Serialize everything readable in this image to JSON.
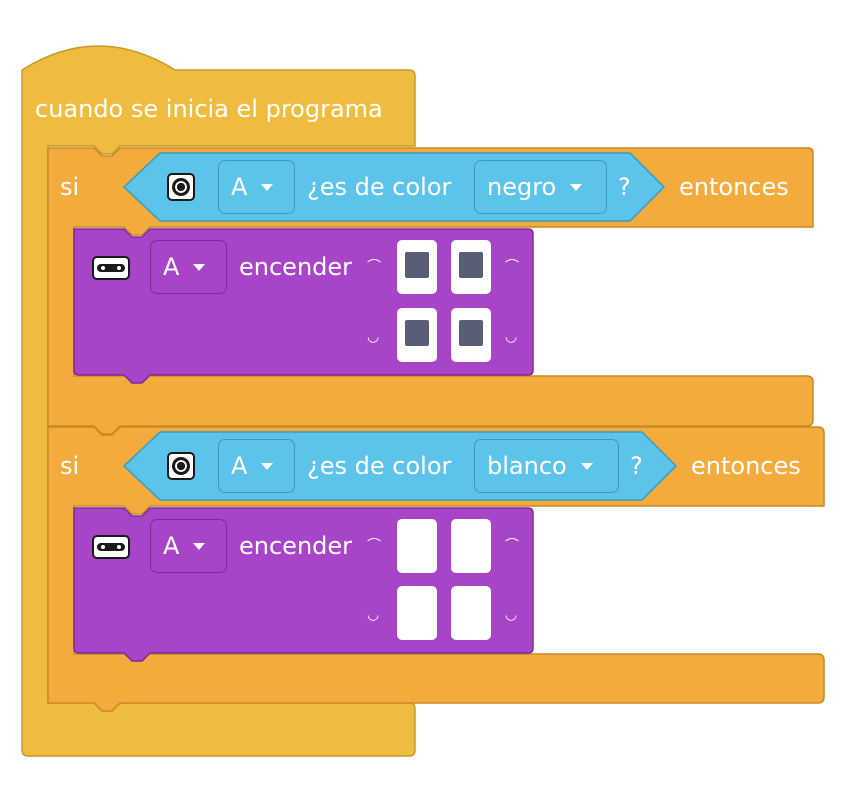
{
  "hat_label": "cuando se inicia el programa",
  "if_blocks": [
    {
      "label_if": "si",
      "port": "A",
      "question": "¿es de color",
      "color": "negro",
      "qmark": "?",
      "label_then": "entonces",
      "light_block": {
        "port": "A",
        "action": "encender",
        "cells_on": [
          true,
          true,
          true,
          true
        ]
      }
    },
    {
      "label_if": "si",
      "port": "A",
      "question": "¿es de color",
      "color": "blanco",
      "qmark": "?",
      "label_then": "entonces",
      "light_block": {
        "port": "A",
        "action": "encender",
        "cells_on": [
          false,
          false,
          false,
          false
        ]
      }
    }
  ],
  "colors": {
    "events": "#efbc3f",
    "control": "#f2ab3c",
    "sensor": "#5cc3ea",
    "lights": "#a844c8",
    "cell_on": "#575e75",
    "cell_off": "#ffffff"
  }
}
